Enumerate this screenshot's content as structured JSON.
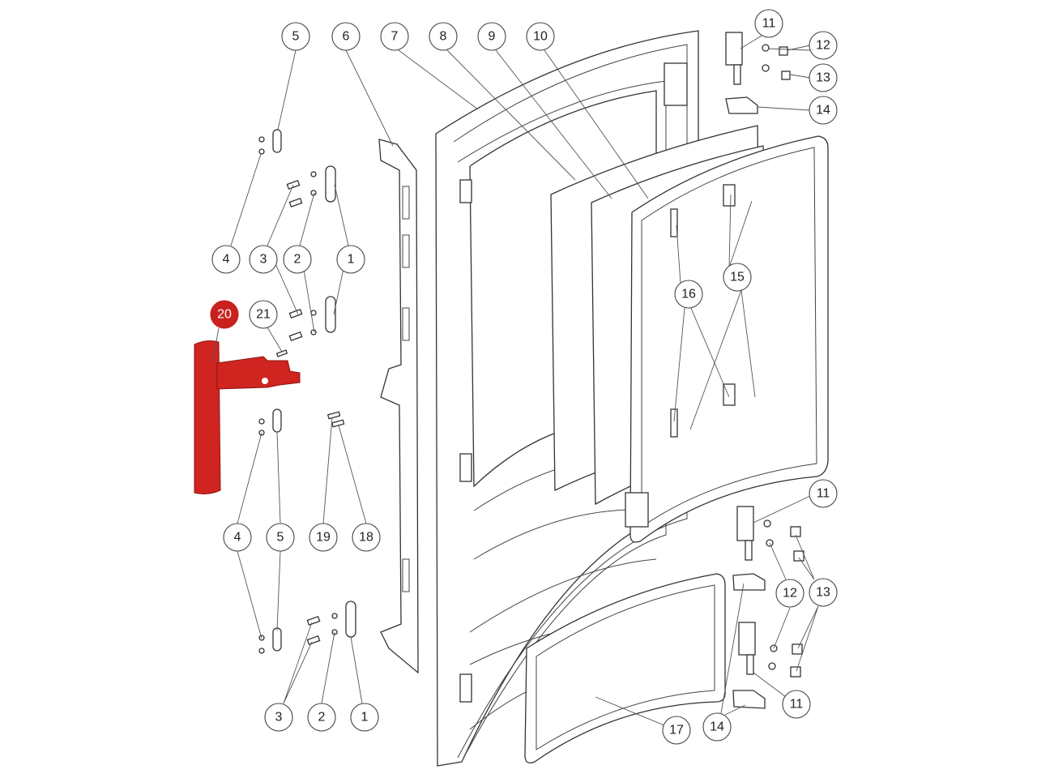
{
  "diagram": {
    "type": "exploded-parts-diagram",
    "highlight_color": "#c9211e",
    "highlighted_part": "20",
    "callouts": [
      "5",
      "6",
      "7",
      "8",
      "9",
      "10",
      "11",
      "12",
      "13",
      "14",
      "4",
      "3",
      "2",
      "1",
      "15",
      "16",
      "20",
      "21",
      "11",
      "12",
      "13",
      "4",
      "5",
      "19",
      "18",
      "3",
      "2",
      "1",
      "11",
      "14",
      "17"
    ]
  }
}
